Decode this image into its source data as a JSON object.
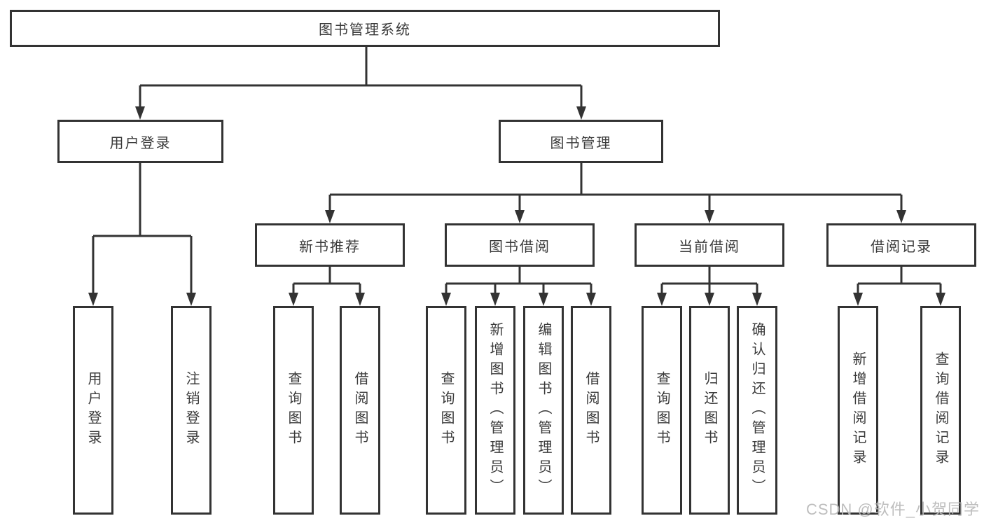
{
  "nodes": {
    "root": {
      "label": "图书管理系统"
    },
    "user_login": {
      "label": "用户登录"
    },
    "book_management": {
      "label": "图书管理"
    },
    "new_book_recommend": {
      "label": "新书推荐"
    },
    "book_borrow": {
      "label": "图书借阅"
    },
    "current_borrow": {
      "label": "当前借阅"
    },
    "borrow_record": {
      "label": "借阅记录"
    }
  },
  "leaves": [
    {
      "label": "用户登录"
    },
    {
      "label": "注销登录"
    },
    {
      "label": "查询图书"
    },
    {
      "label": "借阅图书"
    },
    {
      "label": "查询图书"
    },
    {
      "label": "新增图书（管理员）"
    },
    {
      "label": "编辑图书（管理员）"
    },
    {
      "label": "借阅图书"
    },
    {
      "label": "查询图书"
    },
    {
      "label": "归还图书"
    },
    {
      "label": "确认归还（管理员）"
    },
    {
      "label": "新增借阅记录"
    },
    {
      "label": "查询借阅记录"
    }
  ],
  "watermark": {
    "text": "CSDN @软件_小贺同学"
  },
  "colors": {
    "line": "#333333",
    "text": "#3a3a3a",
    "background": "#ffffff",
    "watermark": "#b9b9b9"
  }
}
